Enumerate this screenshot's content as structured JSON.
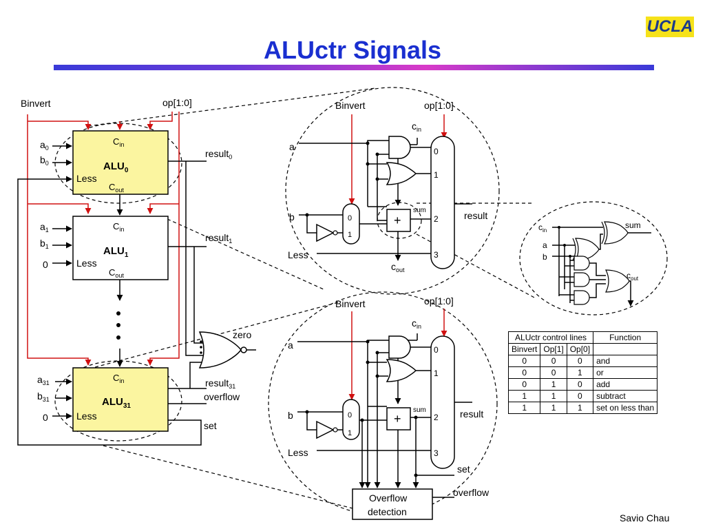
{
  "title": "ALUctr Signals",
  "logo": "UCLA",
  "author": "Savio Chau",
  "left": {
    "binvert": "Binvert",
    "op": "op[1:0]",
    "alu0": {
      "name": "ALU",
      "sub": "0",
      "cin": "C",
      "cin_sub": "in",
      "cout": "C",
      "cout_sub": "out",
      "less": "Less",
      "a": "a",
      "a_sub": "0",
      "b": "b",
      "b_sub": "0",
      "result": "result",
      "result_sub": "0"
    },
    "alu1": {
      "name": "ALU",
      "sub": "1",
      "cin": "C",
      "cin_sub": "in",
      "cout": "C",
      "cout_sub": "out",
      "less": "Less",
      "a": "a",
      "a_sub": "1",
      "b": "b",
      "b_sub": "1",
      "result": "result",
      "result_sub": "1",
      "zero_in": "0"
    },
    "alu31": {
      "name": "ALU",
      "sub": "31",
      "cin": "C",
      "cin_sub": "in",
      "less": "Less",
      "a": "a",
      "a_sub": "31",
      "b": "b",
      "b_sub": "31",
      "result": "result",
      "result_sub": "31",
      "zero_in": "0"
    },
    "zero": "zero",
    "overflow": "overflow",
    "set": "set"
  },
  "top_detail": {
    "binvert": "Binvert",
    "op": "op[1:0]",
    "cin": "c",
    "cin_sub": "in",
    "a": "a",
    "b": "b",
    "less": "Less",
    "cout": "c",
    "cout_sub": "out",
    "sum": "sum",
    "plus": "+",
    "result": "result",
    "mux_inputs": [
      "0",
      "1",
      "2",
      "3"
    ],
    "bmux": [
      "0",
      "1"
    ]
  },
  "bottom_detail": {
    "binvert": "Binvert",
    "op": "op[1:0]",
    "cin": "c",
    "cin_sub": "in",
    "a": "a",
    "b": "b",
    "less": "Less",
    "sum": "sum",
    "plus": "+",
    "result": "result",
    "set": "set",
    "overflow": "overflow",
    "ovf_box_1": "Overflow",
    "ovf_box_2": "detection",
    "mux_inputs": [
      "0",
      "1",
      "2",
      "3"
    ],
    "bmux": [
      "0",
      "1"
    ]
  },
  "adder_detail": {
    "cin": "c",
    "cin_sub": "in",
    "sum": "sum",
    "a": "a",
    "b": "b",
    "cout": "c",
    "cout_sub": "out"
  },
  "table": {
    "header_group": "ALUctr control lines",
    "header_function": "Function",
    "columns": [
      "Binvert",
      "Op[1]",
      "Op[0]"
    ],
    "rows": [
      {
        "binvert": "0",
        "op1": "0",
        "op0": "0",
        "function": "and"
      },
      {
        "binvert": "0",
        "op1": "0",
        "op0": "1",
        "function": "or"
      },
      {
        "binvert": "0",
        "op1": "1",
        "op0": "0",
        "function": "add"
      },
      {
        "binvert": "1",
        "op1": "1",
        "op0": "0",
        "function": "subtract"
      },
      {
        "binvert": "1",
        "op1": "1",
        "op0": "1",
        "function": "set on less than"
      }
    ]
  }
}
